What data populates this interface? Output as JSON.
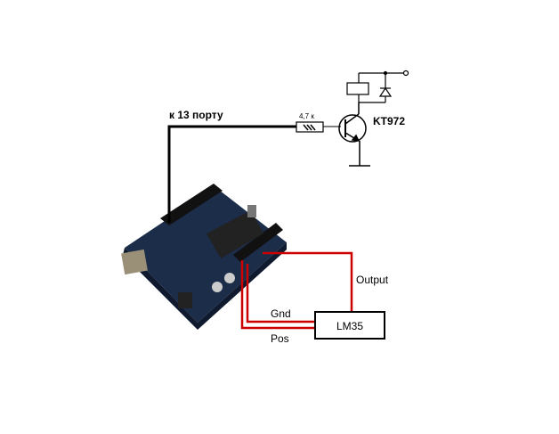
{
  "labels": {
    "port": "к 13 порту",
    "resistor": "4,7 к",
    "transistor": "KT972",
    "output": "Output",
    "gnd": "Gnd",
    "pos": "Pos",
    "sensor": "LM35"
  },
  "colors": {
    "wire_black": "#000000",
    "wire_red": "#cc0000",
    "board": "#1c2d4a"
  }
}
